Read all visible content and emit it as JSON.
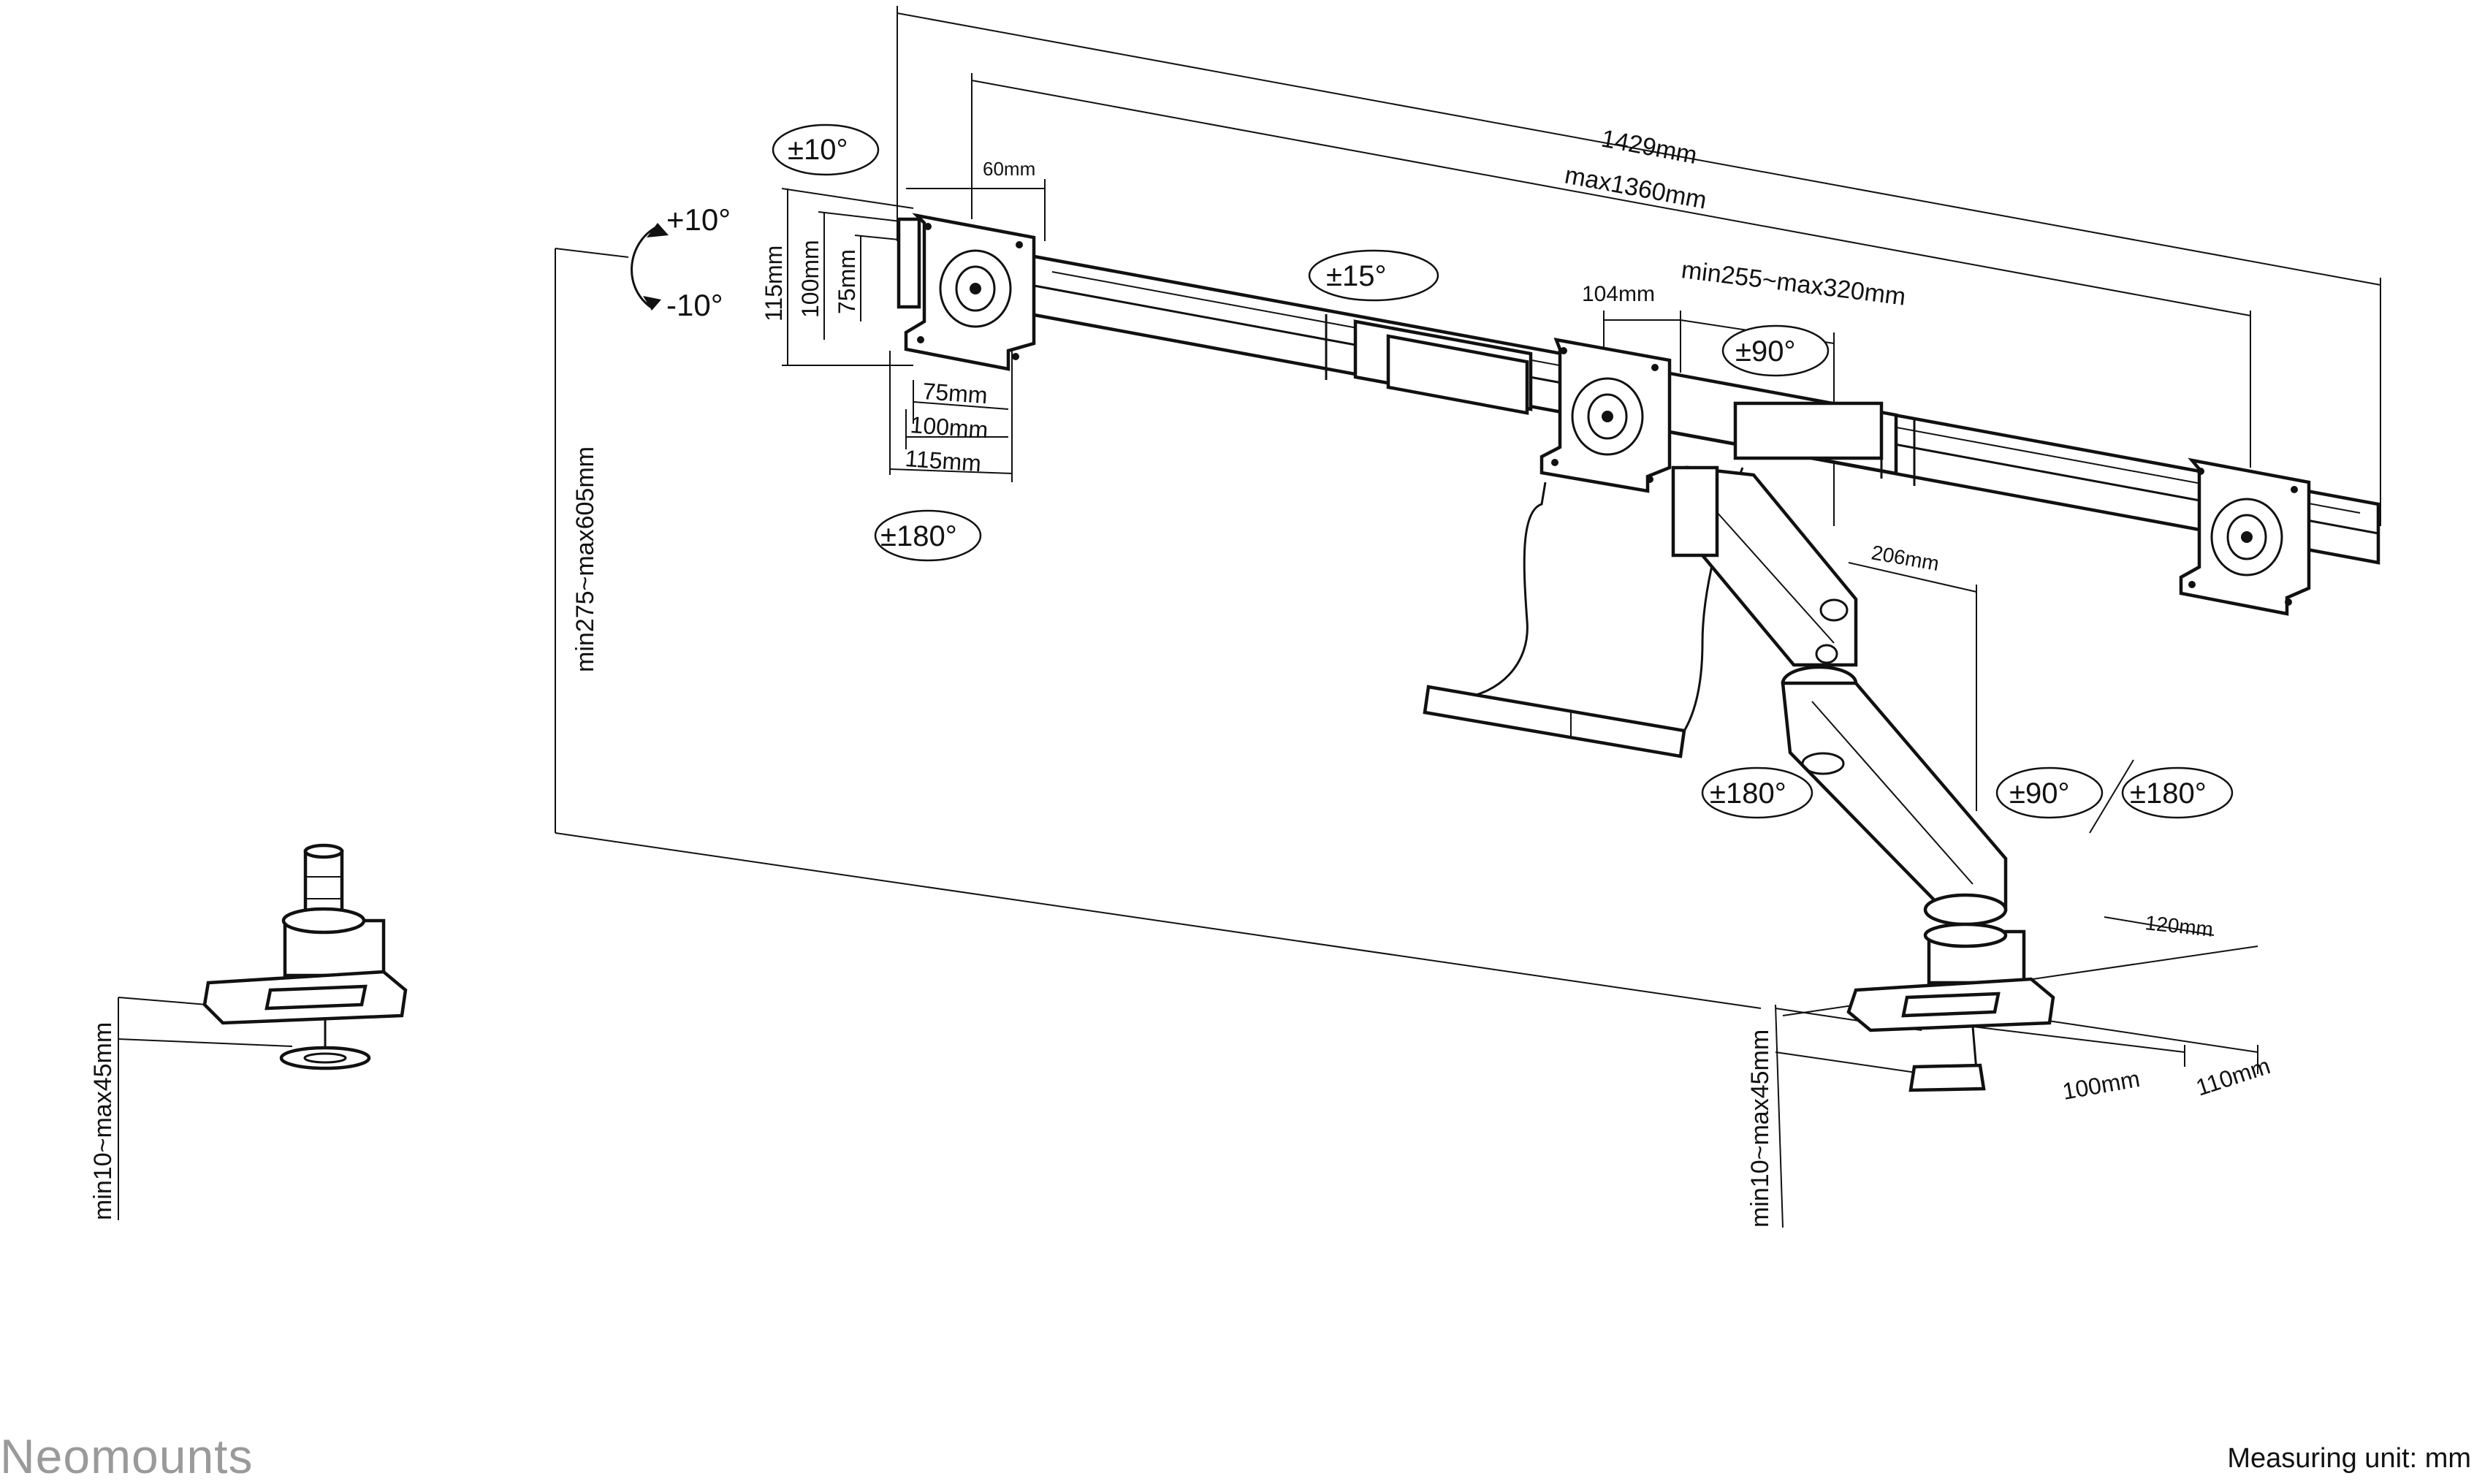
{
  "brand": "Neomounts",
  "measuring_unit": "Measuring unit: mm",
  "dimensions": {
    "total_width": "1429mm",
    "rail_width": "max1360mm",
    "arm_offset": "60mm",
    "vesa_h_115": "115mm",
    "vesa_h_100": "100mm",
    "vesa_h_75": "75mm",
    "vesa_w_75": "75mm",
    "vesa_w_100": "100mm",
    "vesa_w_115": "115mm",
    "center_offset": "104mm",
    "screen_spacing": "min255~max320mm",
    "arm_depth": "206mm",
    "pole_height": "min275~max605mm",
    "base_depth": "120mm",
    "base_width_100": "100mm",
    "base_width_110": "110mm",
    "desk_thickness_left": "min10~max45mm",
    "desk_thickness_right": "min10~max45mm"
  },
  "angles": {
    "tilt_range": "±10°",
    "tilt_up": "+10°",
    "tilt_down": "-10°",
    "swivel_180_left": "±180°",
    "rail_tilt": "±15°",
    "rotate_90": "±90°",
    "arm_swivel": "±180°",
    "base_rotate_90": "±90°",
    "base_rotate_180": "±180°"
  }
}
